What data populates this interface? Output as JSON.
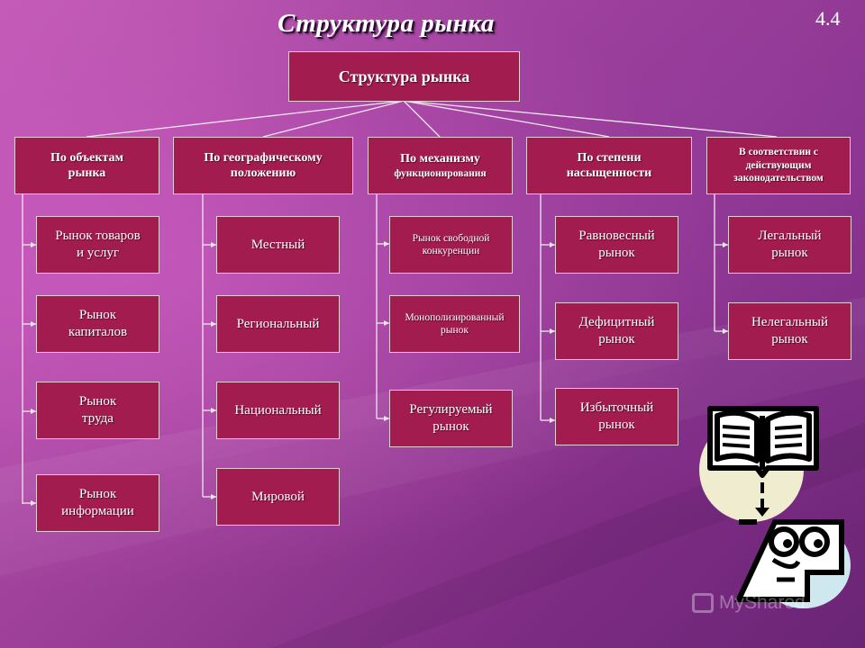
{
  "slide": {
    "title": "Структура рынка",
    "number": "4.4"
  },
  "root": {
    "label": "Структура рынка"
  },
  "columns": [
    {
      "header": "По объектам\nрынка",
      "items": [
        "Рынок товаров\nи услуг",
        "Рынок\nкапиталов",
        "Рынок\nтруда",
        "Рынок\nинформации"
      ]
    },
    {
      "header": "По географическому\nположению",
      "items": [
        "Местный",
        "Региональный",
        "Национальный",
        "Мировой"
      ]
    },
    {
      "header_line1": "По механизму",
      "header_line2": "функционирования",
      "items": [
        "Рынок свободной\nконкуренции",
        "Монополизированный\nрынок",
        "Регулируемый\nрынок"
      ]
    },
    {
      "header": "По степени\nнасыщенности",
      "items": [
        "Равновесный\nрынок",
        "Дефицитный\nрынок",
        "Избыточный\nрынок"
      ]
    },
    {
      "header": "В соответствии с\nдействующим\nзаконодательством",
      "items": [
        "Легальный\nрынок",
        "Нелегальный\nрынок"
      ]
    }
  ],
  "watermark": {
    "text": "MyShared"
  },
  "icons": {
    "clipart": "book-reader-icon",
    "watermark_logo": "myshared-logo-icon"
  },
  "colors": {
    "box_fill": "#a31c4f",
    "box_border": "#e8c9d6",
    "line": "#f2e6ee"
  }
}
